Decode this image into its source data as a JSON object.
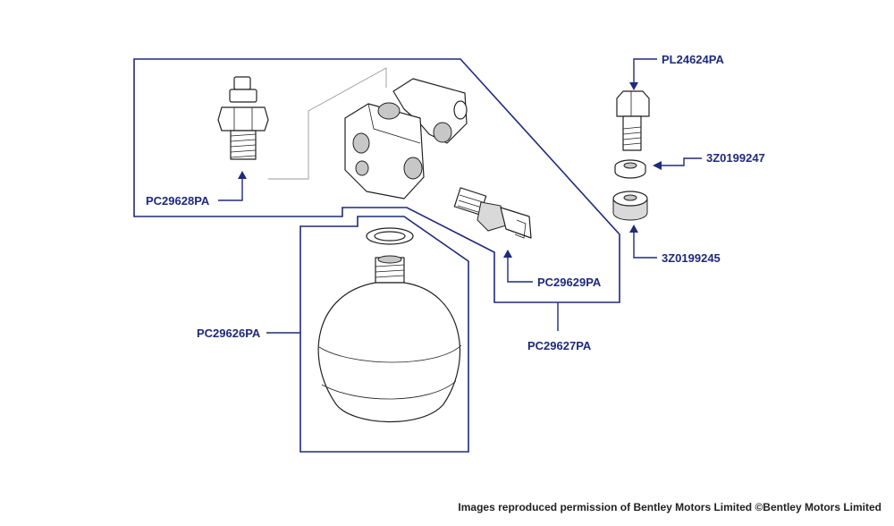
{
  "parts": {
    "pl24624pa": "PL24624PA",
    "z0199247": "3Z0199247",
    "z0199245": "3Z0199245",
    "pc29628pa": "PC29628PA",
    "pc29629pa": "PC29629PA",
    "pc29627pa": "PC29627PA",
    "pc29626pa": "PC29626PA"
  },
  "credit": "Images reproduced permission of Bentley Motors Limited ©Bentley Motors Limited",
  "colors": {
    "accent": "#1f2a7a",
    "line": "#222222",
    "background": "#ffffff"
  }
}
